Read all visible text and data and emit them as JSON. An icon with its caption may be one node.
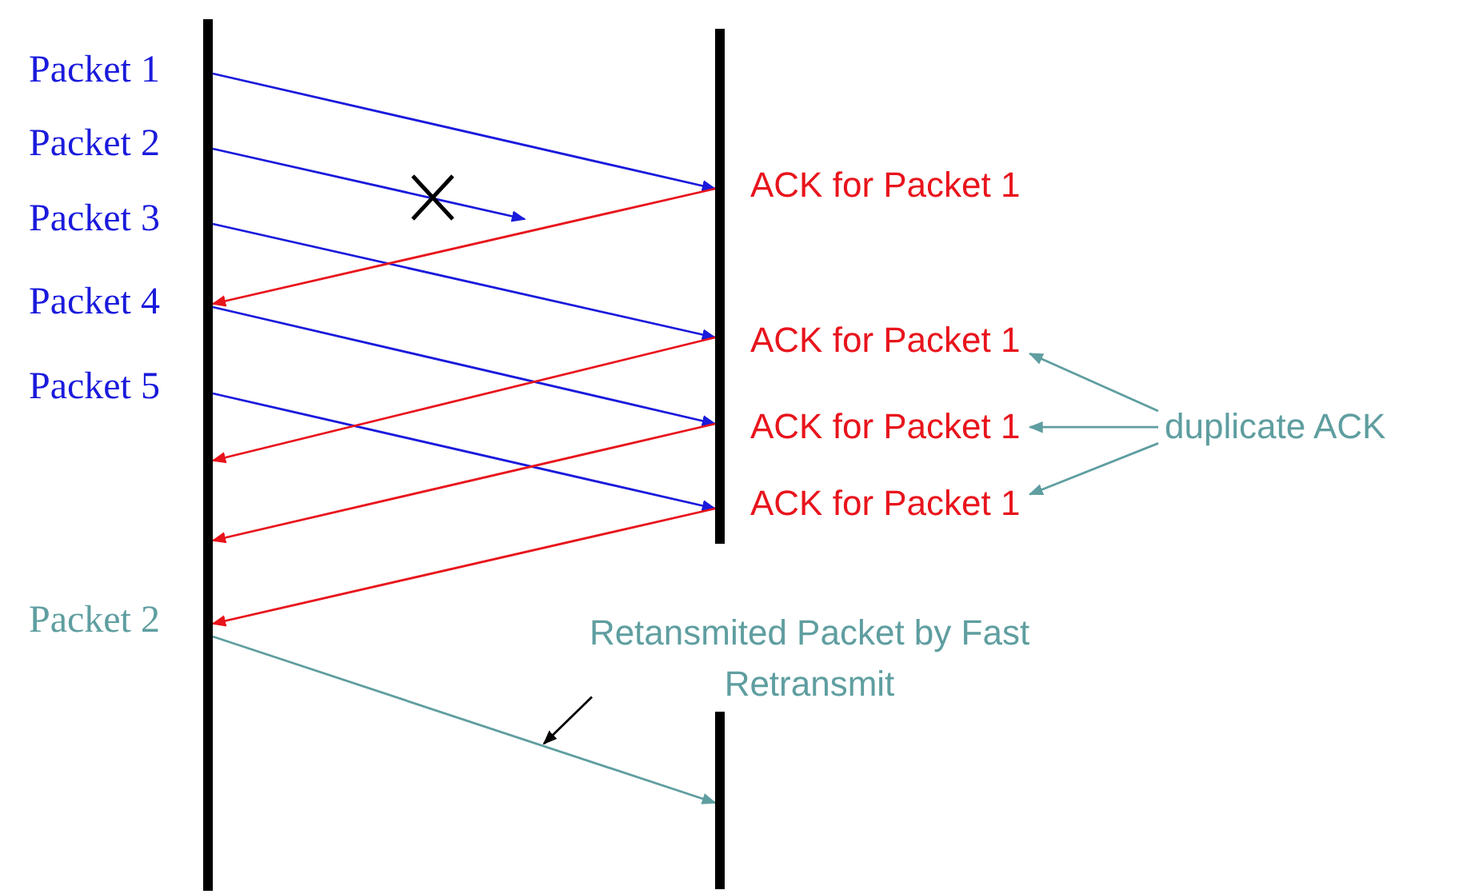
{
  "diagram": {
    "nodes": [
      {
        "text": [],
        "shape": "bar"
      },
      {
        "text": [],
        "shape": "bar"
      },
      {
        "text": [
          "ACK for Packet 1"
        ]
      },
      {
        "text": [
          "ACK for Packet 1"
        ]
      },
      {
        "text": [
          "ACK for Packet 1"
        ]
      },
      {
        "text": [
          "ACK for Packet 1"
        ]
      },
      {
        "text": [
          "duplicate ACK"
        ]
      },
      {
        "text": [
          "Retansmited Packet by Fast Retransmit"
        ]
      }
    ],
    "edges": [
      {
        "from": 0,
        "to": 1,
        "arrow": "to"
      },
      {
        "from": 0,
        "to": null,
        "arrow": "to"
      },
      {
        "from": 0,
        "to": 1,
        "arrow": "to"
      },
      {
        "from": 1,
        "to": 0,
        "arrow": "to",
        "color": "#e8141c"
      },
      {
        "from": 0,
        "to": 1,
        "arrow": "to"
      },
      {
        "from": 0,
        "to": 1,
        "arrow": "to"
      },
      {
        "from": 1,
        "to": 0,
        "arrow": "to",
        "color": "#e8141c"
      },
      {
        "from": 1,
        "to": 0,
        "arrow": "to",
        "color": "#e8141c"
      },
      {
        "from": 1,
        "to": 0,
        "arrow": "to",
        "color": "#e8141c"
      },
      {
        "from": 0,
        "to": 1,
        "arrow": "to",
        "color": "#5f9ea0"
      },
      {
        "from": 6,
        "to": 3,
        "arrow": "to",
        "color": "#5f9ea0"
      },
      {
        "from": 6,
        "to": 4,
        "arrow": "to",
        "color": "#5f9ea0"
      },
      {
        "from": 6,
        "to": 5,
        "arrow": "to",
        "color": "#5f9ea0"
      },
      {
        "from": 7,
        "to": null,
        "arrow": "to",
        "color": "#000000"
      }
    ],
    "labels": [
      "Packet 1",
      "Packet 2",
      "Packet 3",
      "Packet 4",
      "Packet 5",
      "Packet 2"
    ]
  }
}
